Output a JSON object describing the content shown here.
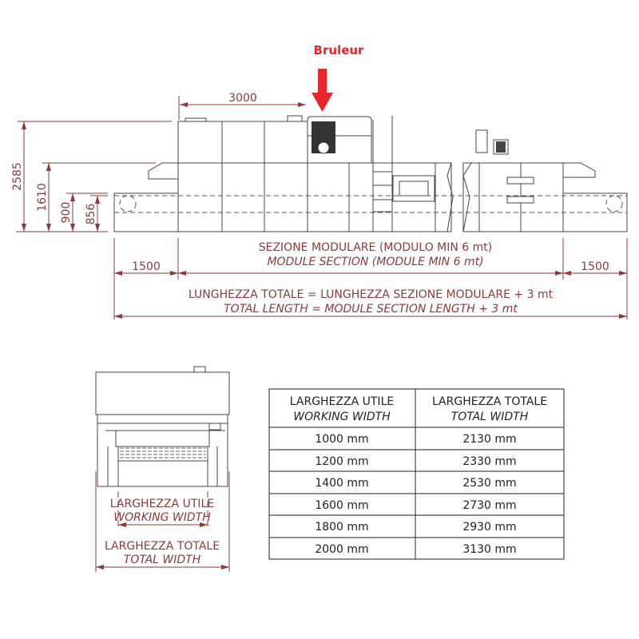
{
  "annotation": {
    "label": "Bruleur",
    "color": "#e8262b"
  },
  "side_view": {
    "dims": {
      "height_total": "2585",
      "height_hood": "1610",
      "height_bed": "900",
      "height_belt": "856",
      "burner_offset": "3000",
      "left_extension": "1500",
      "right_extension": "1500"
    },
    "module_section_it": "SEZIONE MODULARE (MODULO MIN 6 mt)",
    "module_section_en": "MODULE SECTION (MODULE MIN 6 mt)",
    "total_length_it": "LUNGHEZZA TOTALE = LUNGHEZZA SEZIONE MODULARE + 3 mt",
    "total_length_en": "TOTAL LENGTH = MODULE SECTION LENGTH + 3 mt"
  },
  "front_view": {
    "working_width_it": "LARGHEZZA UTILE",
    "working_width_en": "WORKING WIDTH",
    "total_width_it": "LARGHEZZA TOTALE",
    "total_width_en": "TOTAL WIDTH"
  },
  "table": {
    "headers": [
      {
        "it": "LARGHEZZA UTILE",
        "en": "WORKING WIDTH"
      },
      {
        "it": "LARGHEZZA TOTALE",
        "en": "TOTAL WIDTH"
      }
    ],
    "rows": [
      [
        "1000 mm",
        "2130 mm"
      ],
      [
        "1200 mm",
        "2330 mm"
      ],
      [
        "1400 mm",
        "2530 mm"
      ],
      [
        "1600 mm",
        "2730 mm"
      ],
      [
        "1800 mm",
        "2930 mm"
      ],
      [
        "2000 mm",
        "3130 mm"
      ]
    ]
  }
}
